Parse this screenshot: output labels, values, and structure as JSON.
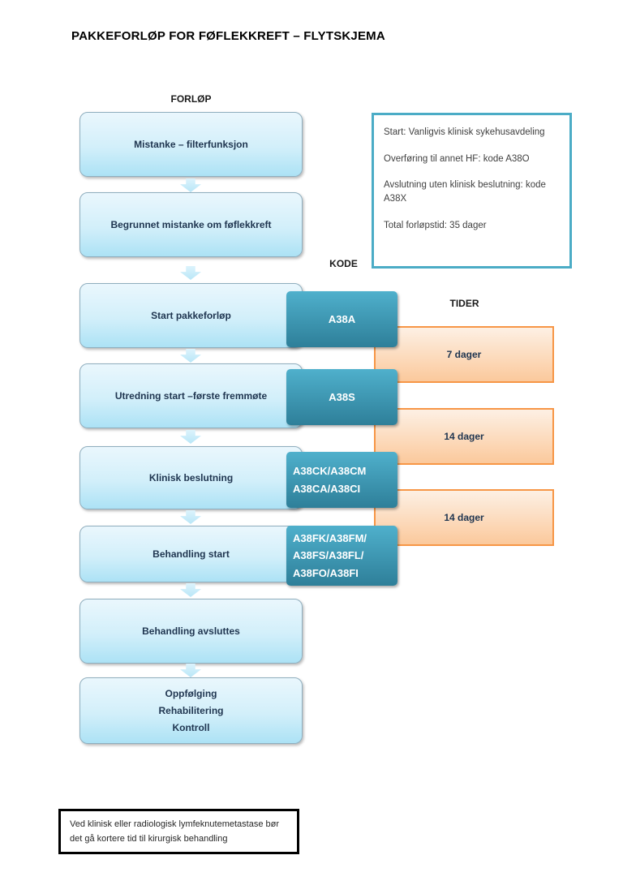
{
  "title": "PAKKEFORLØP FOR FØFLEKKREFT – FLYTSKJEMA",
  "columns": {
    "flow_label": "FORLØP",
    "code_label": "KODE",
    "times_label": "TIDER"
  },
  "flow": {
    "steps": [
      {
        "label": "Mistanke – filterfunksjon"
      },
      {
        "label": "Begrunnet mistanke om føflekkreft"
      },
      {
        "label": "Start pakkeforløp",
        "code": "A38A"
      },
      {
        "label": "Utredning start –første fremmøte",
        "code": "A38S"
      },
      {
        "label": "Klinisk beslutning",
        "code": "A38CK/A38CM\nA38CA/A38CI"
      },
      {
        "label": "Behandling start",
        "code": "A38FK/A38FM/\nA38FS/A38FL/\nA38FO/A38FI"
      },
      {
        "label": "Behandling avsluttes"
      },
      {
        "label": "Oppfølging\nRehabilitering\nKontroll"
      }
    ]
  },
  "times": [
    {
      "label": "7 dager"
    },
    {
      "label": "14 dager"
    },
    {
      "label": "14 dager"
    }
  ],
  "info_box": {
    "lines": [
      "Start: Vanligvis klinisk sykehusavdeling",
      "Overføring til annet HF: kode A38O",
      "Avslutning uten klinisk beslutning: kode A38X",
      "Total forløpstid: 35 dager"
    ]
  },
  "note": {
    "text": "Ved klinisk eller radiologisk lymfeknutemetastase bør det gå kortere tid til kirurgisk behandling"
  },
  "colors": {
    "flow_fill_top": "#EAF7FD",
    "flow_fill_bottom": "#ACE2F5",
    "code_fill_top": "#4FB0CC",
    "code_fill_bottom": "#2E7F99",
    "time_border": "#F79646",
    "time_fill_top": "#FDF0E4",
    "time_fill_bottom": "#FBC99C",
    "info_border": "#4BACC6",
    "note_border": "#000000",
    "box_text": "#1F3550"
  }
}
